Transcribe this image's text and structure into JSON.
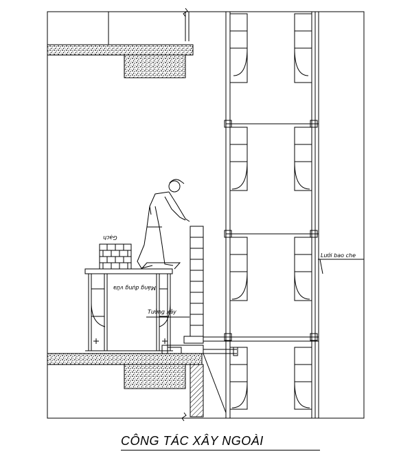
{
  "labels": {
    "gach": "Gạch",
    "mang_dung_vua": "Máng đựng vữa",
    "tuong_xay": "Tường xây",
    "luoi_bao_che": "Lưới bao che"
  },
  "caption": "CÔNG TÁC XÂY NGOÀI",
  "colors": {
    "ink": "#000000",
    "paper": "#ffffff",
    "hatch_fill": "#d9d9d9"
  }
}
